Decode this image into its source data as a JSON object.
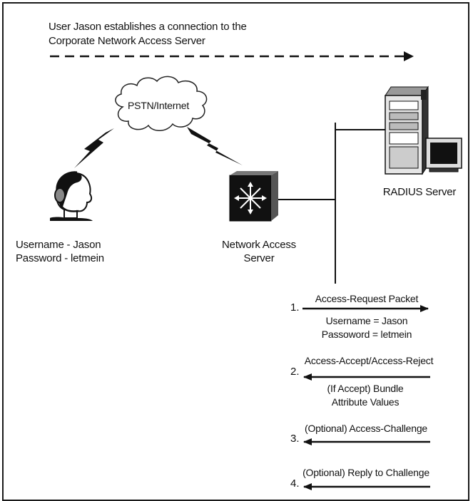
{
  "intro": {
    "line1": "User Jason establishes a connection to the",
    "line2": "Corporate Network Access Server"
  },
  "cloud_label": "PSTN/Internet",
  "user": {
    "username_line": "Username - Jason",
    "password_line": "Password - letmein"
  },
  "nas": {
    "line1": "Network Access",
    "line2": "Server"
  },
  "radius": {
    "label": "RADIUS Server"
  },
  "steps": [
    {
      "number": "1.",
      "title": "Access-Request Packet",
      "detail1": "Username = Jason",
      "detail2": "Passoword = letmein",
      "direction": "to-server"
    },
    {
      "number": "2.",
      "title": "Access-Accept/Access-Reject",
      "detail1": "(If Accept) Bundle",
      "detail2": "Attribute Values",
      "direction": "to-nas"
    },
    {
      "number": "3.",
      "title": "(Optional) Access-Challenge",
      "direction": "to-nas"
    },
    {
      "number": "4.",
      "title": "(Optional) Reply to Challenge",
      "direction": "to-nas"
    }
  ]
}
